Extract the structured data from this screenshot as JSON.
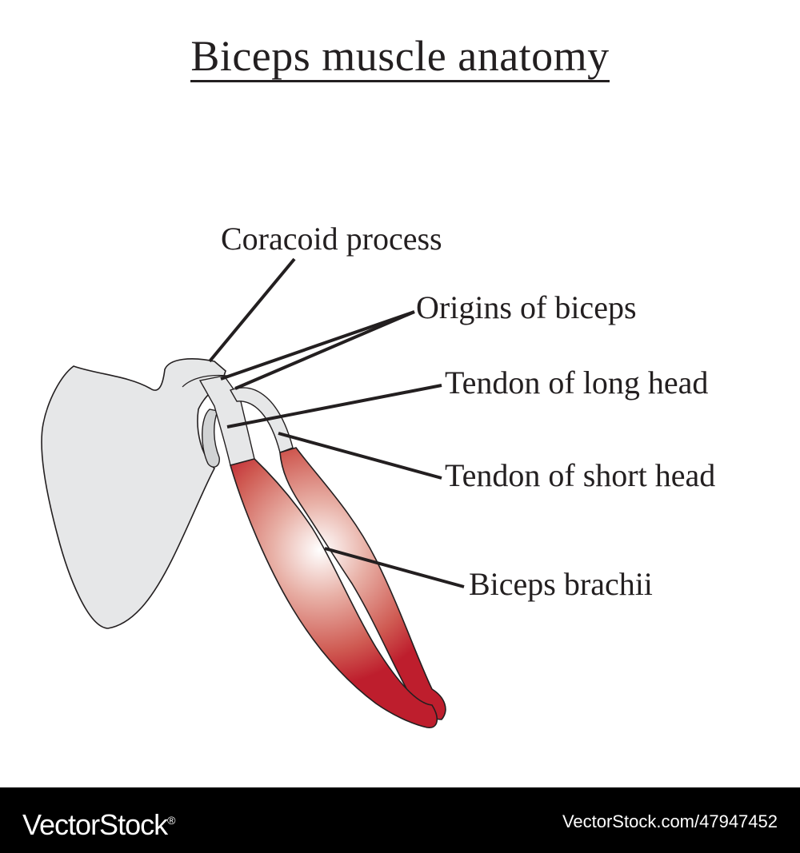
{
  "title": "Biceps muscle anatomy",
  "labels": {
    "coracoid_process": "Coracoid process",
    "origins_of_biceps": "Origins of biceps",
    "tendon_long_head": "Tendon of long head",
    "tendon_short_head": "Tendon of short head",
    "biceps_brachii": "Biceps brachii"
  },
  "watermark": {
    "brand": "VectorStock",
    "brand_mark": "®",
    "image_id": "VectorStock.com/47947452"
  },
  "colors": {
    "bone": "#e6e7e8",
    "muscle": "#be1e2d",
    "muscle_highlight": "#ffffff",
    "outline": "#231f20",
    "footer": "#000000"
  }
}
